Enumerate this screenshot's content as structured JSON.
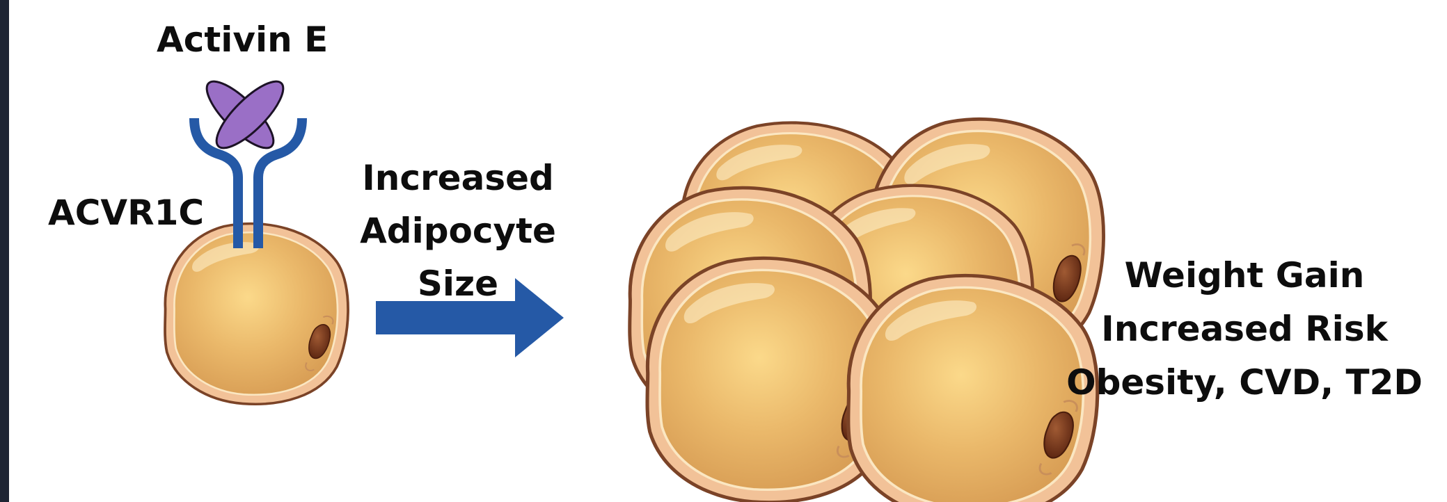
{
  "ligand": {
    "label": "Activin E"
  },
  "receptor": {
    "label": "ACVR1C"
  },
  "process": {
    "lines": [
      "Increased",
      "Adipocyte",
      "Size"
    ]
  },
  "outcome": {
    "lines": [
      "Weight Gain",
      "Increased Risk",
      "Obesity, CVD, T2D"
    ]
  },
  "colors": {
    "arrow": "#2559a6",
    "receptor": "#2559a6",
    "ligand": "#9a6fc6",
    "cell_fill": "#e8b467",
    "cell_outline": "#7b4327",
    "nucleus": "#6b2e14",
    "background": "#ffffff",
    "frame": "#1e2433"
  },
  "icons": [
    "adipocyte-cell-icon",
    "activin-e-ligand-icon",
    "acvr1c-receptor-icon",
    "right-arrow-icon"
  ]
}
